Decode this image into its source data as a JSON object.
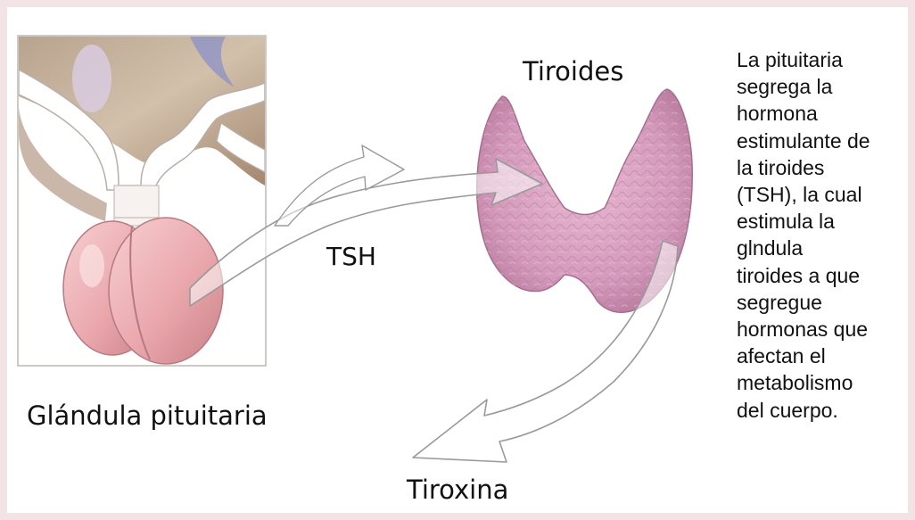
{
  "labels": {
    "thyroid": "Tiroides",
    "tsh": "TSH",
    "pituitary": "Glándula pituitaria",
    "thyroxine": "Tiroxina"
  },
  "description_lines": [
    "La pituitaria",
    "segrega la",
    "hormona",
    "estimulante de",
    "la tiroides",
    "(TSH), la cual",
    "estimula la",
    "glndula",
    "tiroides a que",
    "segregue",
    "hormonas que",
    "afectan el",
    "metabolismo",
    "del cuerpo."
  ],
  "colors": {
    "frame": "#f3e3e6",
    "gland_pink": "#eaa8ad",
    "thyroid_pink": "#d9a2c1",
    "brain_tissue": "#c9b6a0",
    "arrow_outline": "#9a9a9a"
  }
}
